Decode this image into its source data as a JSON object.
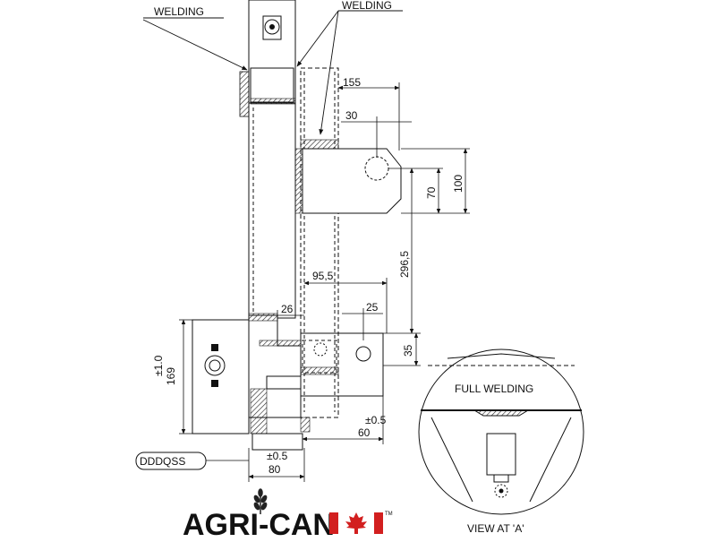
{
  "labels": {
    "welding_left": "WELDING",
    "welding_right": "WELDING",
    "full_welding": "FULL WELDING",
    "view_at": "VIEW AT 'A'",
    "part_code": "DDDQSS"
  },
  "dimensions": {
    "d155": "155",
    "d30": "30",
    "d100": "100",
    "d70": "70",
    "d296_5": "296,5",
    "d95_5": "95,5",
    "d26": "26",
    "d25": "25",
    "d35": "35",
    "d169": "169",
    "tol_169": "±1.0",
    "d60": "60",
    "tol_60": "±0.5",
    "d80": "80",
    "tol_80": "±0.5"
  },
  "brand": {
    "name": "AGRI-CAN",
    "mark": "TM",
    "flag_red": "#d21f1f"
  }
}
